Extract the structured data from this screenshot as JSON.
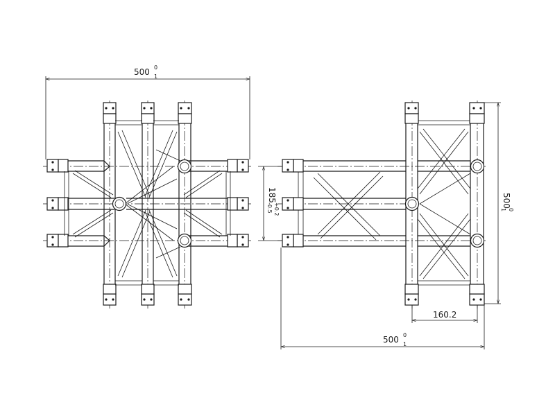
{
  "dimensions": {
    "top_width": {
      "value": "500",
      "tol_upper": "0",
      "tol_lower": "1"
    },
    "member_spacing": {
      "value": "185",
      "tol_upper": "+0.2",
      "tol_lower": "-0.5"
    },
    "side_height": {
      "value": "500",
      "tol_upper": "0",
      "tol_lower": "1"
    },
    "chord_offset": {
      "value": "160.2"
    },
    "bottom_width": {
      "value": "500",
      "tol_upper": "0",
      "tol_lower": "1"
    }
  },
  "colors": {
    "line": "#1a1a1a",
    "background": "#ffffff"
  }
}
